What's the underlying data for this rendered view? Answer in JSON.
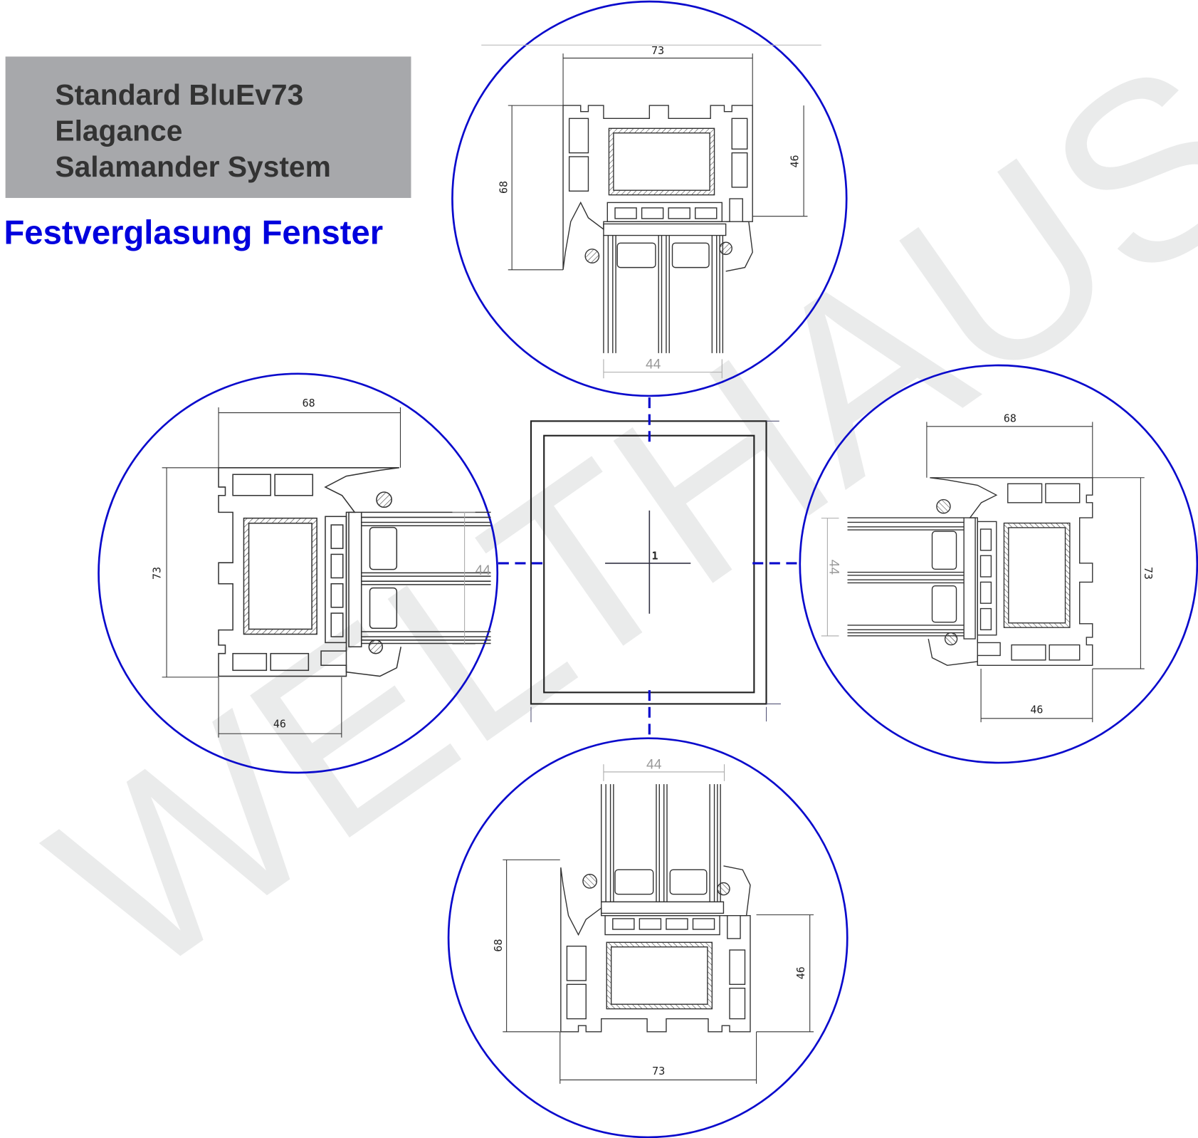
{
  "header": {
    "title_lines": [
      "Standard BluEv73",
      "Elagance",
      "Salamander System"
    ],
    "subtitle": "Festverglasung Fenster"
  },
  "colors": {
    "title_box": "#a7a8ab",
    "title_text": "#333333",
    "subtitle": "#0000dd",
    "circle": "#0a0acc",
    "watermark": "#e6e7e8"
  },
  "watermark": "WELTHAUS",
  "window": {
    "position_label": "1"
  },
  "details": {
    "top": {
      "width": "73",
      "height": "68",
      "sash": "46",
      "glass": "44"
    },
    "left": {
      "width": "68",
      "height": "73",
      "sash": "46",
      "glass": "44"
    },
    "right": {
      "width": "68",
      "height": "73",
      "sash": "46",
      "glass": "44"
    },
    "bottom": {
      "width": "73",
      "height": "68",
      "sash": "46",
      "glass": "44"
    }
  }
}
